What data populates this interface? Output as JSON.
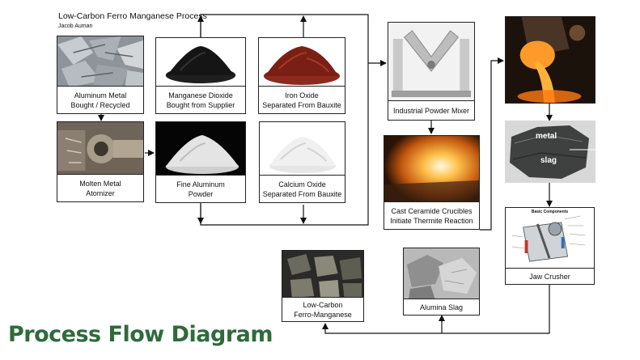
{
  "header": {
    "title": "Low-Carbon Ferro Manganese Process",
    "author": "Jacob Auman"
  },
  "heading": "Process Flow Diagram",
  "nodes": {
    "aluminum_metal": {
      "label": "Aluminum Metal\nBought / Recycled"
    },
    "manganese_dioxide": {
      "label": "Manganese Dioxide\nBought from Supplier"
    },
    "iron_oxide": {
      "label": "Iron Oxide\nSeparated From Bauxite"
    },
    "atomizer": {
      "label": "Molten Metal\nAtomizer"
    },
    "fine_aluminum": {
      "label": "Fine Aluminum\nPowder"
    },
    "calcium_oxide": {
      "label": "Calcium Oxide\nSeparated From Bauxite"
    },
    "powder_mixer": {
      "label": "Industrial Powder Mixer"
    },
    "crucibles": {
      "label": "Cast Ceramide Crucibles\nInitiate Thermite Reaction"
    },
    "jaw_crusher": {
      "label": "Jaw Crusher"
    },
    "ferro_manganese": {
      "label": "Low-Carbon\nFerro-Manganese"
    },
    "alumina_slag": {
      "label": "Alumina Slag"
    }
  },
  "image_labels": {
    "metal": "metal",
    "slag": "slag",
    "basic_components": "Basic Components"
  }
}
